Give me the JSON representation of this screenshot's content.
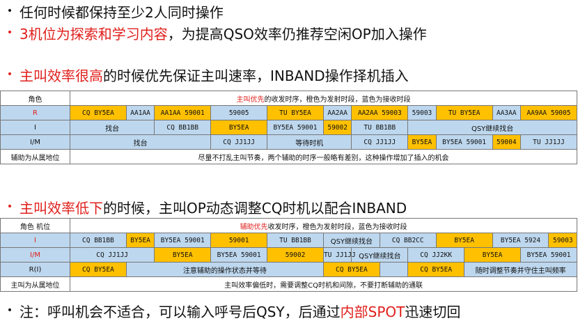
{
  "bullets_top": [
    {
      "parts": [
        {
          "t": "任何时候都保持至少2人同时操作",
          "c": "blk"
        }
      ]
    },
    {
      "parts": [
        {
          "t": "3机位为探索和学习内容",
          "c": "red"
        },
        {
          "t": "，为提高QSO效率仍推荐空闲OP加入操作",
          "c": "blk"
        }
      ]
    },
    {
      "parts": [
        {
          "t": "主叫效率很高",
          "c": "red"
        },
        {
          "t": "的时候优先保证主叫速率，INBAND操作择机插入",
          "c": "blk"
        }
      ]
    }
  ],
  "table1": {
    "header": {
      "role": "角色",
      "note_red": "主叫优先",
      "note_rest": "的收发时序，橙色为发射时段，蓝色为接收时段"
    },
    "rows": [
      {
        "label": "R",
        "label_red": true,
        "cells": [
          {
            "t": "CQ BY5EA",
            "c": "o",
            "s": 2
          },
          {
            "t": "AA1AA",
            "c": "b",
            "s": 1
          },
          {
            "t": "AA1AA 59001",
            "c": "o",
            "s": 2
          },
          {
            "t": "59005",
            "c": "b",
            "s": 2
          },
          {
            "t": "TU BY5EA",
            "c": "o",
            "s": 2
          },
          {
            "t": "AA2AA",
            "c": "b",
            "s": 1
          },
          {
            "t": "AA2AA 59003",
            "c": "o",
            "s": 2
          },
          {
            "t": "59003",
            "c": "b",
            "s": 1
          },
          {
            "t": "TU BY5EA",
            "c": "o",
            "s": 2
          },
          {
            "t": "AA3AA",
            "c": "b",
            "s": 1
          },
          {
            "t": "AA9AA 59005",
            "c": "o",
            "s": 2
          }
        ]
      },
      {
        "label": "I",
        "label_red": false,
        "cells": [
          {
            "t": "找台",
            "c": "b",
            "s": 3
          },
          {
            "t": "CQ BB1BB",
            "c": "b",
            "s": 2
          },
          {
            "t": "BY5EA",
            "c": "o",
            "s": 2
          },
          {
            "t": "BY5EA 59001",
            "c": "b",
            "s": 2
          },
          {
            "t": "59002",
            "c": "o",
            "s": 1
          },
          {
            "t": "TU BB1BB",
            "c": "b",
            "s": 2
          },
          {
            "t": "QSY继续找台",
            "c": "b",
            "s": 6
          }
        ]
      },
      {
        "label": "I/M",
        "label_red": false,
        "cells": [
          {
            "t": "找台",
            "c": "b",
            "s": 5
          },
          {
            "t": "CQ JJ1JJ",
            "c": "b",
            "s": 2
          },
          {
            "t": "等待时机",
            "c": "b",
            "s": 3
          },
          {
            "t": "CQ JJ1JJ",
            "c": "b",
            "s": 2
          },
          {
            "t": "BY5EA",
            "c": "o",
            "s": 1
          },
          {
            "t": "BY5EA 59001",
            "c": "b",
            "s": 2
          },
          {
            "t": "59004",
            "c": "o",
            "s": 1
          },
          {
            "t": "TU JJ1JJ",
            "c": "b",
            "s": 2
          }
        ]
      },
      {
        "label": "辅助为从属地位",
        "label_red": false,
        "cells": [
          {
            "t": "尽量不打乱主叫节奏，两个辅助的时序一般略有差别，这种操作增加了插入的机会",
            "c": "w",
            "s": 18
          }
        ]
      }
    ]
  },
  "bullet_mid": {
    "parts": [
      {
        "t": "主叫效率低下",
        "c": "red"
      },
      {
        "t": "的时候，主叫OP动态调整CQ时机以配合INBAND",
        "c": "blk"
      }
    ]
  },
  "table2": {
    "header": {
      "role": "角色",
      "pos": "机位",
      "note_red": "辅助优先",
      "note_rest": "收发时序，橙色为发射时段，蓝色为接收时段"
    },
    "rows": [
      {
        "label": "I",
        "label_red": true,
        "cells": [
          {
            "t": "CQ BB1BB",
            "c": "b",
            "s": 2
          },
          {
            "t": "BY5EA",
            "c": "o",
            "s": 1
          },
          {
            "t": "BY5EA 59001",
            "c": "b",
            "s": 2
          },
          {
            "t": "59001",
            "c": "o",
            "s": 2
          },
          {
            "t": "TU BB1BB",
            "c": "b",
            "s": 2
          },
          {
            "t": "QSY继续找台",
            "c": "b",
            "s": 2
          },
          {
            "t": "CQ BB2CC",
            "c": "b",
            "s": 2
          },
          {
            "t": "BY5EA",
            "c": "o",
            "s": 2
          },
          {
            "t": "BY5EA 5924",
            "c": "b",
            "s": 2
          },
          {
            "t": "59003",
            "c": "o",
            "s": 2
          }
        ]
      },
      {
        "label": "I/M",
        "label_red": true,
        "cells": [
          {
            "t": "CQ JJ1JJ",
            "c": "b",
            "s": 3
          },
          {
            "t": "BY5EA",
            "c": "o",
            "s": 2
          },
          {
            "t": "BY5EA 59001",
            "c": "b",
            "s": 2
          },
          {
            "t": "59002",
            "c": "o",
            "s": 2
          },
          {
            "t": "TU JJ1JJ",
            "c": "b",
            "s": 1
          },
          {
            "t": "QSY继续找台",
            "c": "b",
            "s": 2
          },
          {
            "t": "CQ JJ2KK",
            "c": "b",
            "s": 2
          },
          {
            "t": "BY5EA",
            "c": "o",
            "s": 2
          },
          {
            "t": "BY5EA 59001",
            "c": "b",
            "s": 2
          }
        ]
      },
      {
        "label": "R(I)",
        "label_red": false,
        "cells": [
          {
            "t": "CQ BY5EA",
            "c": "o",
            "s": 2
          },
          {
            "t": "注意辅助的操作状态并等待",
            "c": "b",
            "s": 7
          },
          {
            "t": "CQ BY5EA",
            "c": "o",
            "s": 2
          },
          {
            "t": "",
            "c": "b",
            "s": 1
          },
          {
            "t": "CQ BY5EA",
            "c": "o",
            "s": 2
          },
          {
            "t": "随时调整节奏并守住主叫频率",
            "c": "b",
            "s": 4
          }
        ]
      },
      {
        "label": "主叫为从属地位",
        "label_red": false,
        "cells": [
          {
            "t": "主叫效率偏低时，需要调整CQ时机和间隙，不要打断辅助的通联",
            "c": "w",
            "s": 18
          }
        ]
      }
    ]
  },
  "bullet_bottom": {
    "parts": [
      {
        "t": "注：呼叫机会不适合，可以输入呼号后QSY，后通过",
        "c": "blk"
      },
      {
        "t": "内部SPOT",
        "c": "red"
      },
      {
        "t": "迅速切回",
        "c": "blk"
      }
    ]
  }
}
